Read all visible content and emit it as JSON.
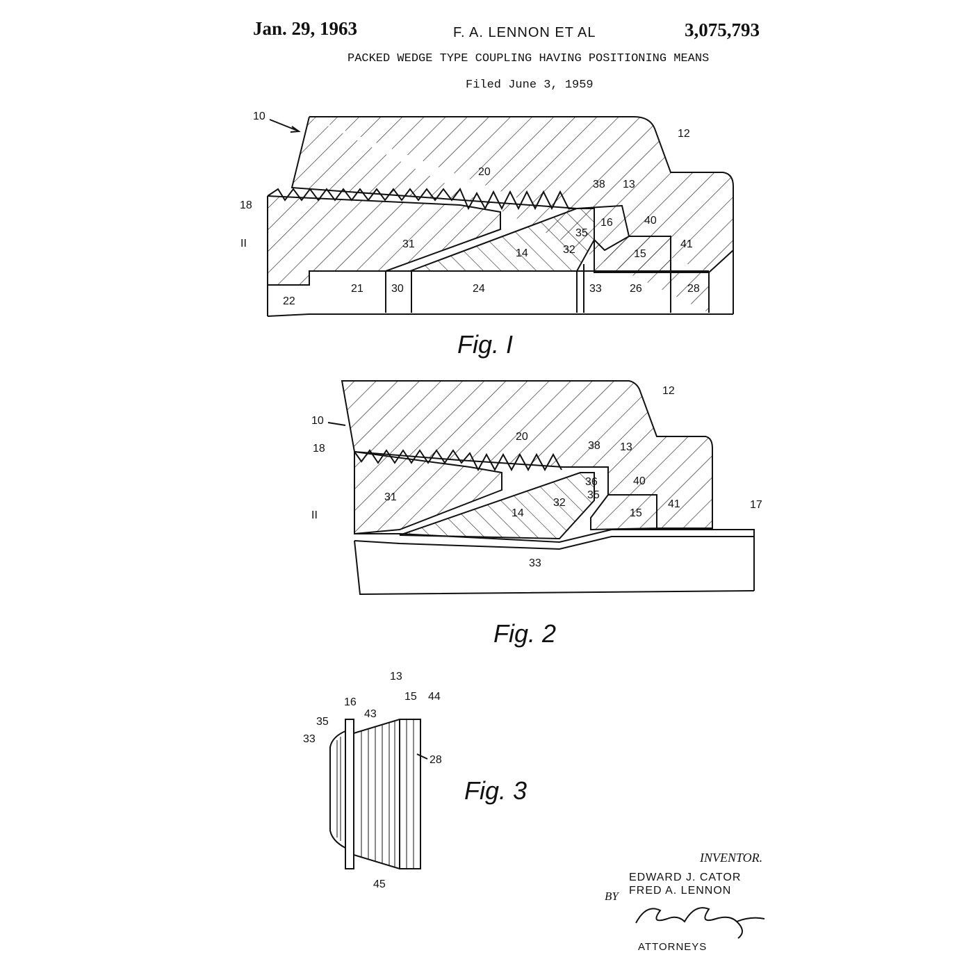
{
  "header": {
    "date": "Jan. 29, 1963",
    "inventors_short": "F. A. LENNON ET AL",
    "patent_number": "3,075,793",
    "title": "PACKED WEDGE TYPE COUPLING HAVING POSITIONING MEANS",
    "filed": "Filed June 3, 1959"
  },
  "figures": {
    "fig1": {
      "caption": "Fig. I",
      "labels": [
        "10",
        "12",
        "20",
        "38",
        "13",
        "18",
        "16",
        "40",
        "II",
        "35",
        "31",
        "14",
        "32",
        "15",
        "41",
        "30",
        "24",
        "33",
        "26",
        "28",
        "21",
        "22"
      ]
    },
    "fig2": {
      "caption": "Fig. 2",
      "labels": [
        "12",
        "10",
        "20",
        "38",
        "13",
        "18",
        "36",
        "40",
        "35",
        "31",
        "32",
        "41",
        "17",
        "II",
        "14",
        "15",
        "33"
      ]
    },
    "fig3": {
      "caption": "Fig. 3",
      "labels": [
        "13",
        "16",
        "15",
        "44",
        "35",
        "43",
        "33",
        "28",
        "45"
      ]
    }
  },
  "signature_block": {
    "inventor_heading": "INVENTOR.",
    "inventor_1": "EDWARD J. CATOR",
    "inventor_2": "FRED A. LENNON",
    "by": "BY",
    "signature": "Fay & Fay",
    "attorneys": "ATTORNEYS"
  }
}
